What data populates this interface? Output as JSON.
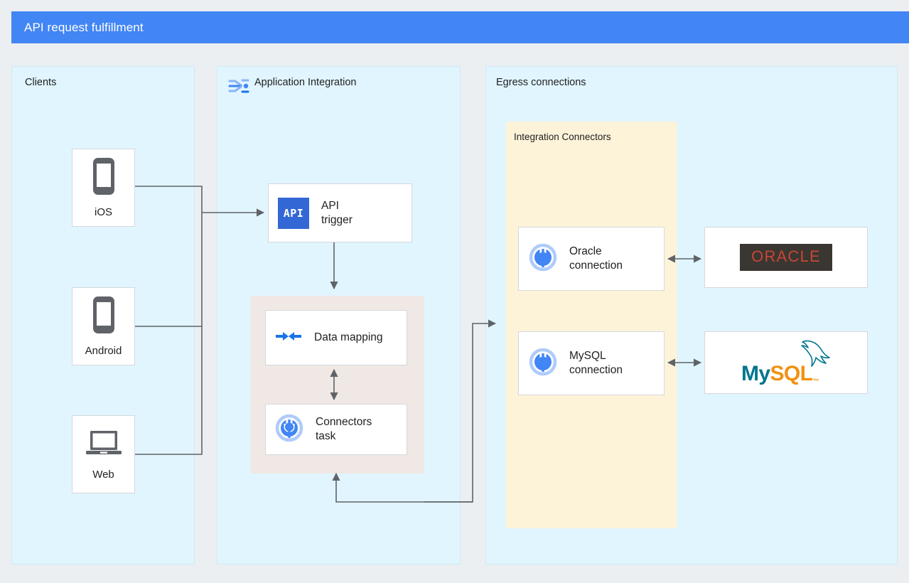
{
  "header": {
    "title": "API request fulfillment",
    "bg_color": "#4285f4",
    "text_color": "#ffffff"
  },
  "colors": {
    "page_bg": "#eceff1",
    "panel_bg": "#e1f5fe",
    "panel_border": "#cfe9f5",
    "connectors_group_bg": "#fdf3d8",
    "datamapping_group_bg": "#efe8e4",
    "card_bg": "#ffffff",
    "card_border": "#d5d8dc",
    "wire": "#5f6368",
    "accent_blue": "#4285f4",
    "api_badge_bg": "#3367d6",
    "device_gray": "#5f6368",
    "oracle_bg": "#3a3632",
    "oracle_red": "#c74634",
    "mysql_teal": "#00758f",
    "mysql_orange": "#f29111"
  },
  "panels": [
    {
      "id": "clients",
      "title": "Clients",
      "icon": null,
      "nodes": [
        {
          "id": "ios",
          "label": "iOS",
          "icon": "phone-icon"
        },
        {
          "id": "android",
          "label": "Android",
          "icon": "phone-icon"
        },
        {
          "id": "web",
          "label": "Web",
          "icon": "laptop-icon"
        }
      ]
    },
    {
      "id": "application-integration",
      "title": "Application Integration",
      "icon": "application-integration-icon",
      "nodes": [
        {
          "id": "api-trigger",
          "label": "API\ntrigger",
          "icon": "api-badge-icon"
        },
        {
          "id": "data-mapping",
          "label": "Data mapping",
          "icon": "data-mapping-icon"
        },
        {
          "id": "connectors-task",
          "label": "Connectors\ntask",
          "icon": "connector-plug-icon"
        }
      ]
    },
    {
      "id": "egress-connections",
      "title": "Egress connections",
      "icon": null,
      "group": {
        "id": "integration-connectors",
        "title": "Integration Connectors",
        "nodes": [
          {
            "id": "oracle-connection",
            "label": "Oracle\nconnection",
            "icon": "connector-plug-icon"
          },
          {
            "id": "mysql-connection",
            "label": "MySQL\nconnection",
            "icon": "connector-plug-icon"
          }
        ]
      },
      "systems": [
        {
          "id": "oracle-system",
          "label": "ORACLE",
          "icon": "oracle-logo"
        },
        {
          "id": "mysql-system",
          "label": "MySQL",
          "icon": "mysql-logo"
        }
      ]
    }
  ],
  "logos": {
    "oracle": {
      "text": "ORACLE"
    },
    "mysql": {
      "part1": "My",
      "part2": "SQL",
      "trademark": "™"
    }
  },
  "api_badge": {
    "text": "API"
  },
  "connections": [
    {
      "from": "ios",
      "to": "api-trigger",
      "arrow": "single"
    },
    {
      "from": "android",
      "to": "api-trigger",
      "arrow": "single"
    },
    {
      "from": "web",
      "to": "api-trigger",
      "arrow": "single"
    },
    {
      "from": "api-trigger",
      "to": "data-mapping",
      "arrow": "single"
    },
    {
      "from": "data-mapping",
      "to": "connectors-task",
      "arrow": "double"
    },
    {
      "from": "connectors-task",
      "to": "integration-connectors",
      "arrow": "single"
    },
    {
      "from": "integration-connectors",
      "to": "connectors-task",
      "arrow": "single"
    },
    {
      "from": "oracle-connection",
      "to": "oracle-system",
      "arrow": "double"
    },
    {
      "from": "mysql-connection",
      "to": "mysql-system",
      "arrow": "double"
    }
  ]
}
